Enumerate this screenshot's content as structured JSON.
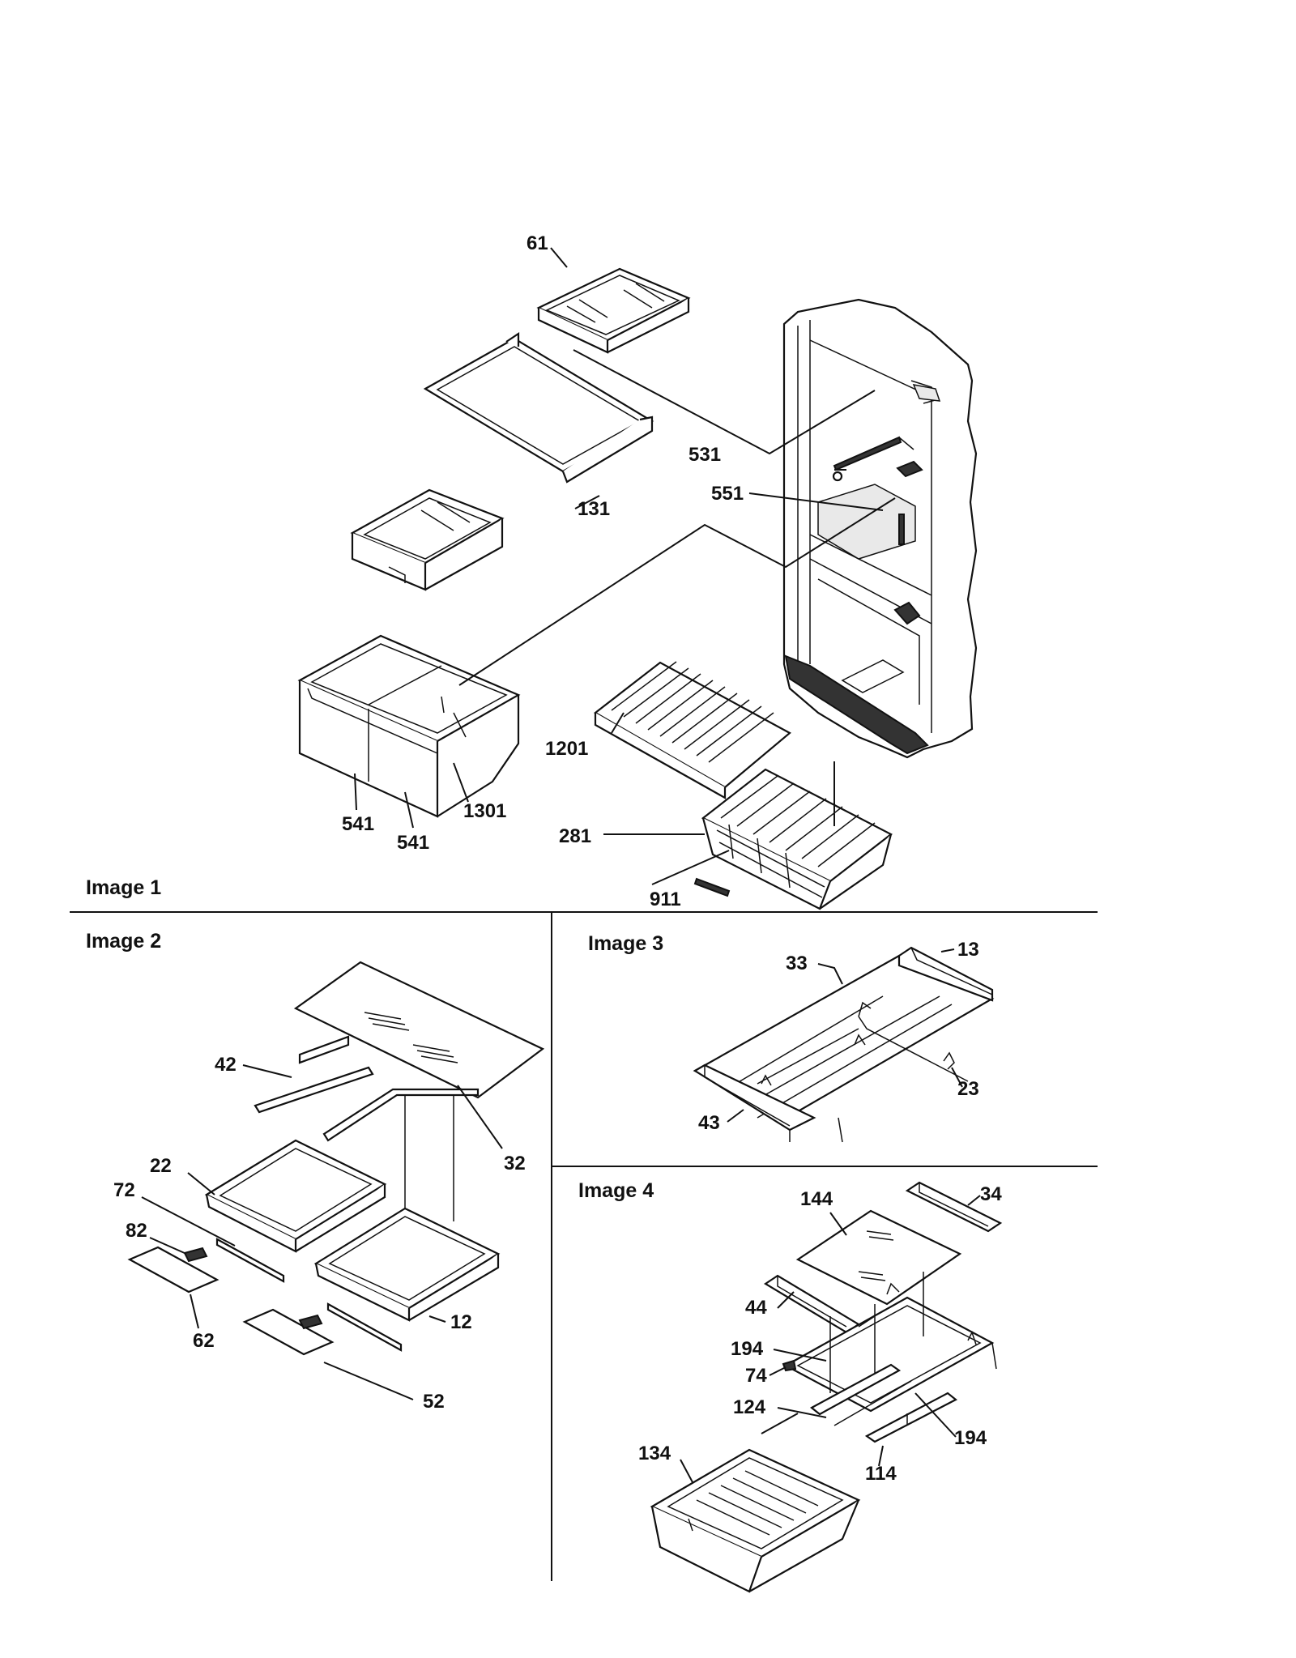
{
  "panels": {
    "image1": {
      "title": "Image 1",
      "callouts": [
        "61",
        "131",
        "531",
        "551",
        "1201",
        "1301",
        "541",
        "541",
        "281",
        "911"
      ]
    },
    "image2": {
      "title": "Image 2",
      "callouts": [
        "42",
        "32",
        "22",
        "72",
        "82",
        "62",
        "12",
        "52"
      ]
    },
    "image3": {
      "title": "Image 3",
      "callouts": [
        "33",
        "13",
        "23",
        "43"
      ]
    },
    "image4": {
      "title": "Image 4",
      "callouts": [
        "144",
        "34",
        "44",
        "194",
        "74",
        "124",
        "194",
        "134",
        "114"
      ]
    }
  }
}
